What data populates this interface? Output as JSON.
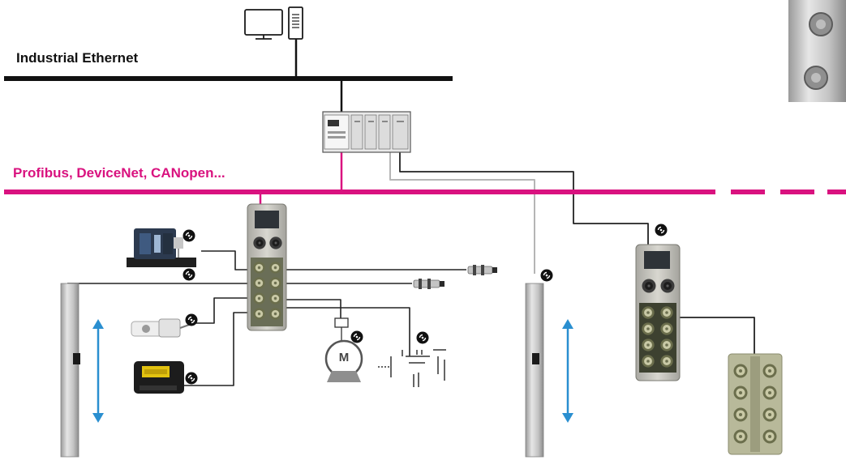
{
  "network": {
    "ethernet_label": "Industrial Ethernet",
    "fieldbus_label": "Profibus, DeviceNet, CANopen..."
  },
  "devices": {
    "motor_letter": "M"
  },
  "colors": {
    "fieldbus": "#d9127f",
    "ethernet": "#111111",
    "arrow": "#2a8fd0",
    "wire": "#222222",
    "gray_wire": "#b5b5b5"
  },
  "icons": [
    "computer-icon",
    "plc-icon",
    "io-module-icon",
    "io-hub-icon",
    "wireless-icon",
    "rfid-head-icon",
    "proximity-sensor-icon",
    "photoelectric-sensor-icon",
    "display-unit-icon",
    "motor-icon",
    "valve-icon",
    "linear-actuator-icon",
    "arrow-icon"
  ]
}
